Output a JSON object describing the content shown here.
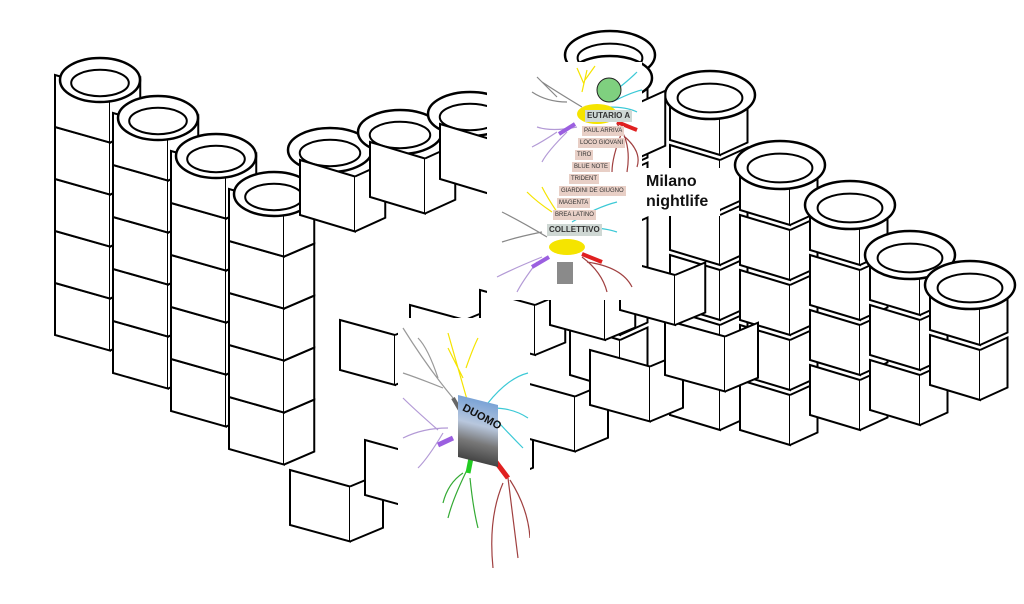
{
  "title": "Milano nightlife",
  "mindmaps": [
    {
      "central": "EUTARIO A",
      "secondary": "COLLETTIVO",
      "steps": [
        "PAUL ARRIVA",
        "LOCO GIOVANI",
        "TIRO",
        "BLUE NOTE",
        "TRIDENT",
        "GIARDINI DE GIUGNO",
        "MAGENTA",
        "BREA LATINO"
      ]
    },
    {
      "central": "DUOMO"
    }
  ],
  "colors": {
    "line": "#000000",
    "yellow": "#f5e400",
    "cyan": "#3cc9d6",
    "purple": "#9b5fe0",
    "red": "#e02020",
    "green": "#22cc22",
    "grey": "#777777"
  }
}
